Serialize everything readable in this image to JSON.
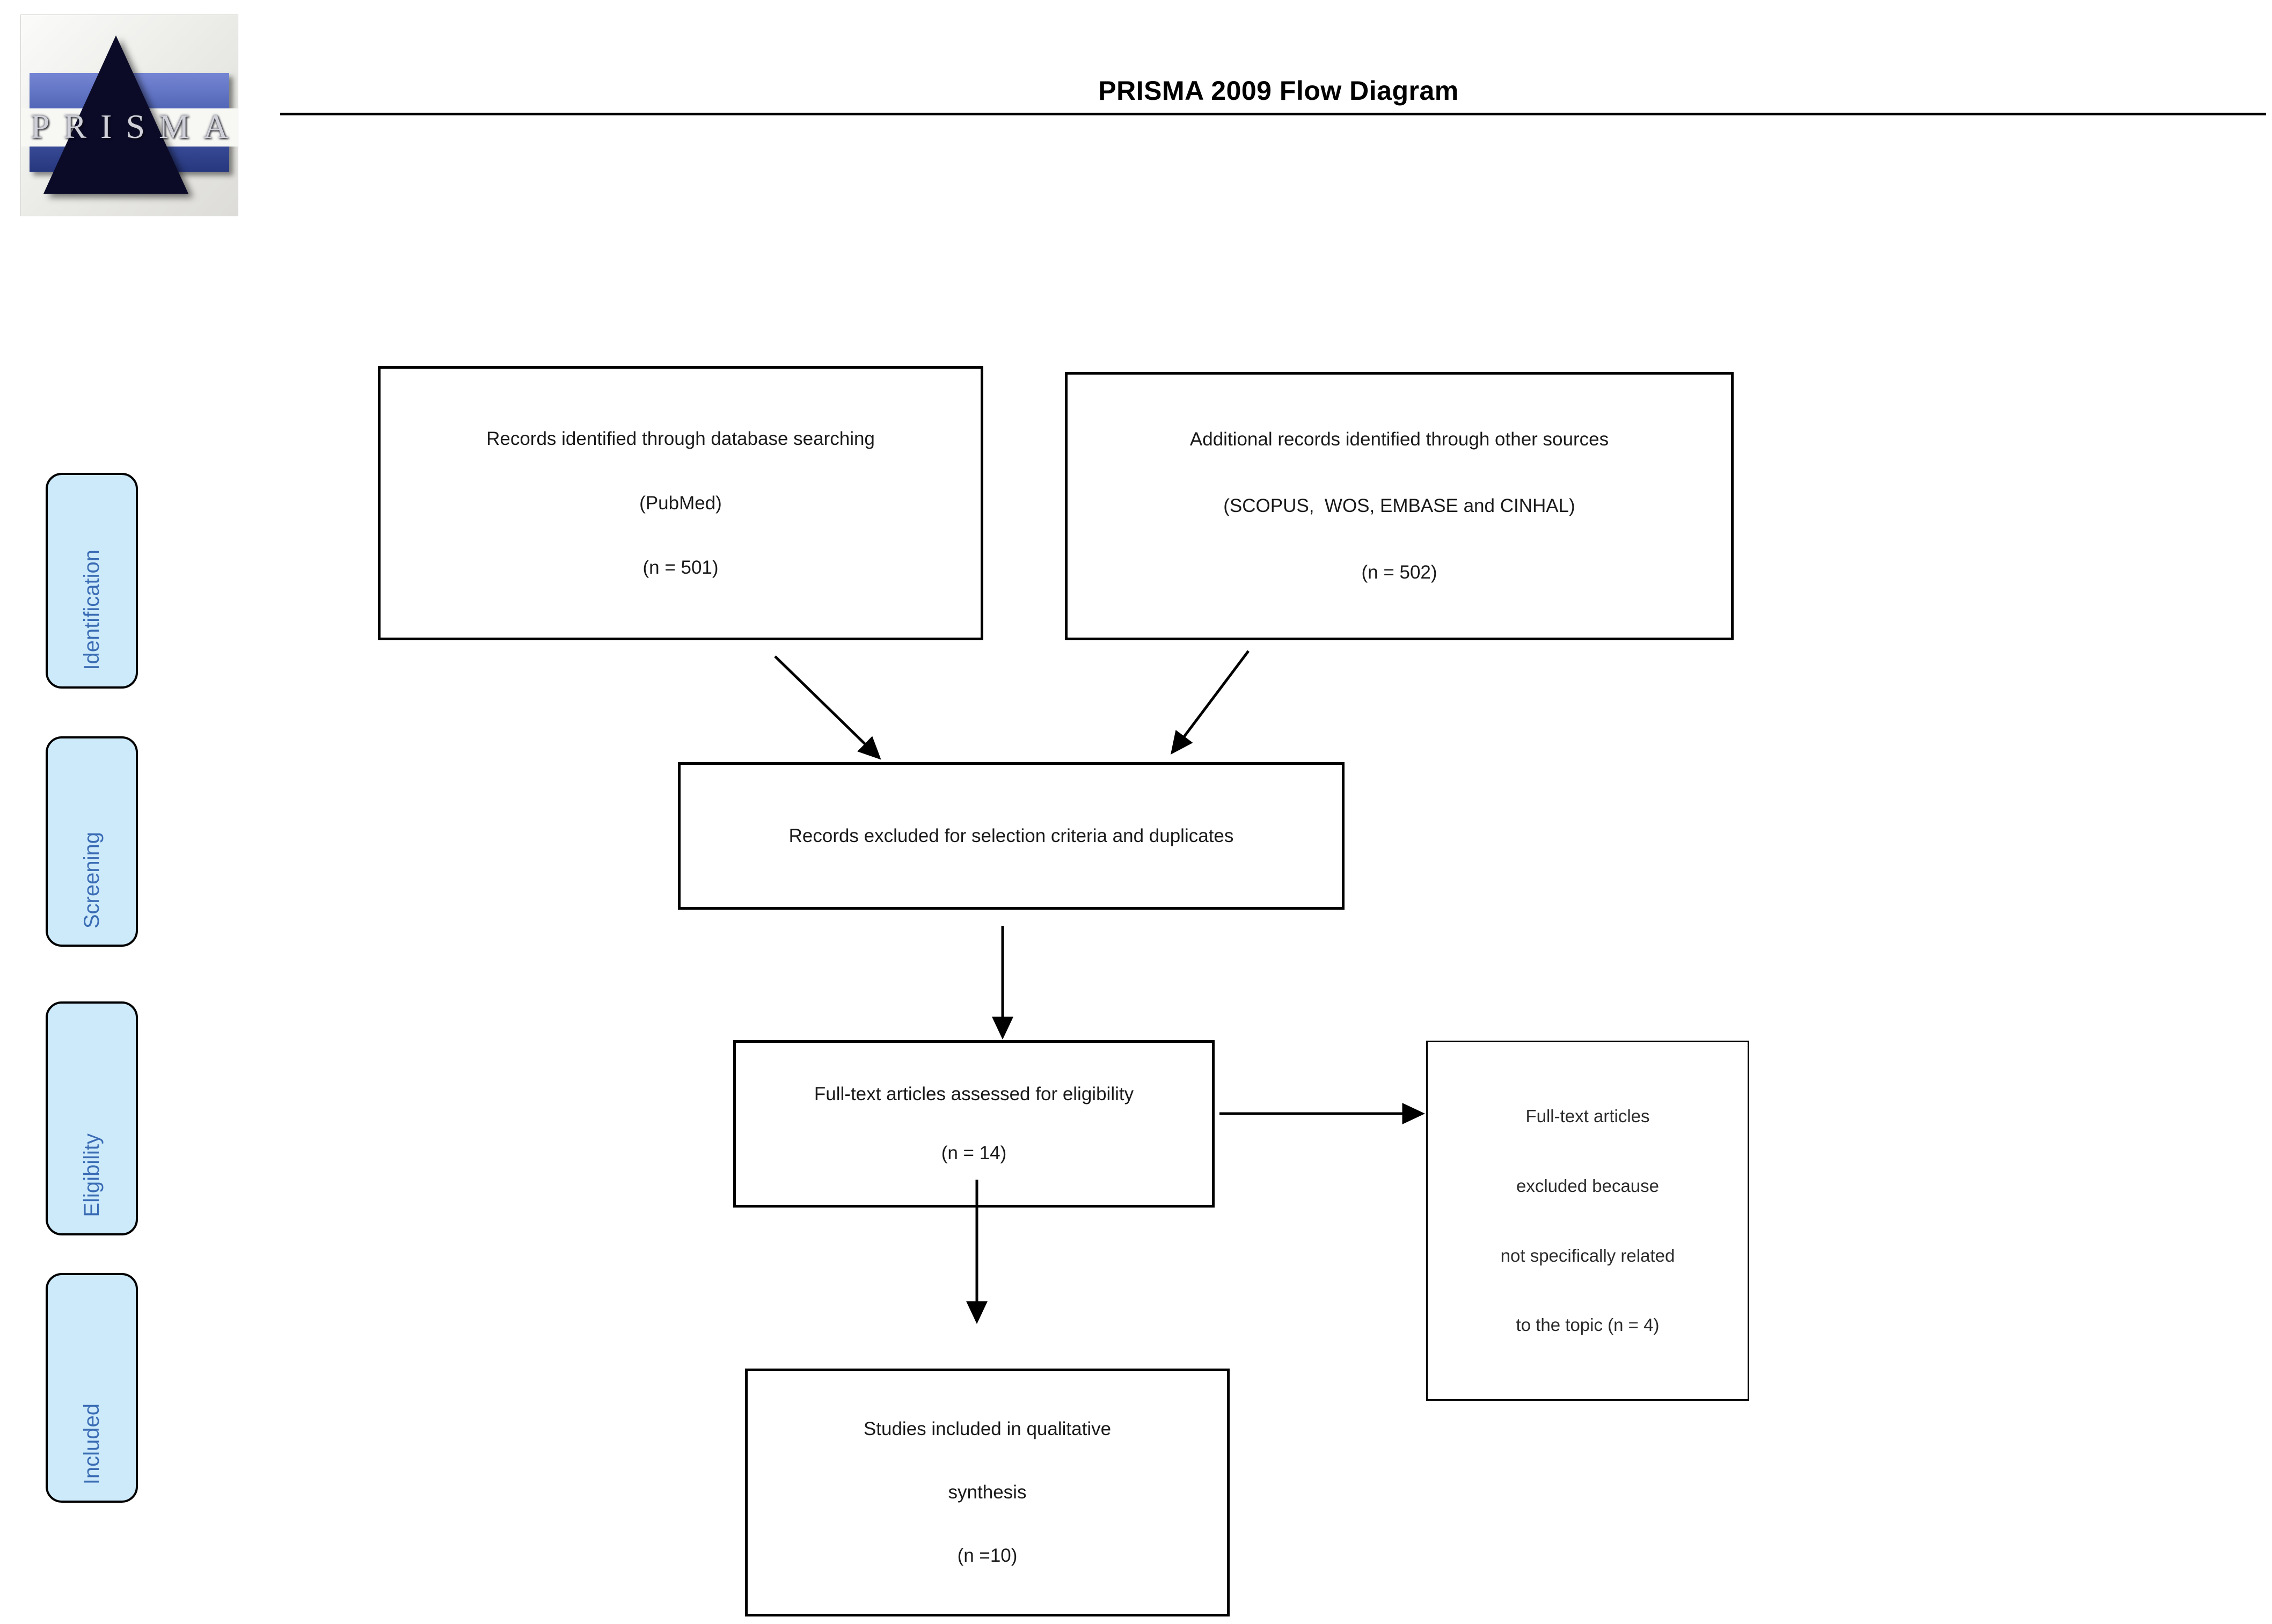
{
  "header": {
    "title": "PRISMA 2009 Flow Diagram"
  },
  "logo": {
    "text": "PRISMA"
  },
  "stages": [
    {
      "label": "Identification"
    },
    {
      "label": "Screening"
    },
    {
      "label": "Eligibility"
    },
    {
      "label": "Included"
    }
  ],
  "boxes": {
    "database": {
      "lines": [
        "Records identified through database searching",
        "(PubMed)",
        "(n = 501)"
      ]
    },
    "other_sources": {
      "lines": [
        "Additional records identified through other sources",
        "(SCOPUS,  WOS, EMBASE and CINHAL)",
        "(n = 502)"
      ]
    },
    "excluded": {
      "lines": [
        "Records excluded for selection criteria and duplicates"
      ]
    },
    "fulltext": {
      "lines": [
        "Full-text articles assessed for eligibility",
        "(n = 14)"
      ]
    },
    "fulltext_excluded": {
      "lines": [
        "Full-text articles",
        "excluded because",
        "not specifically related",
        "to the topic (n = 4)"
      ]
    },
    "qualitative": {
      "lines": [
        "Studies included in qualitative",
        "synthesis",
        "(n =10)"
      ]
    }
  },
  "colors": {
    "stage_fill": "#cdeafb",
    "stage_text": "#3a6cb4",
    "box_border": "#000000",
    "text": "#1a1a1a",
    "logo_band": "#4a5fb0",
    "logo_triangle": "#0b0b28"
  }
}
